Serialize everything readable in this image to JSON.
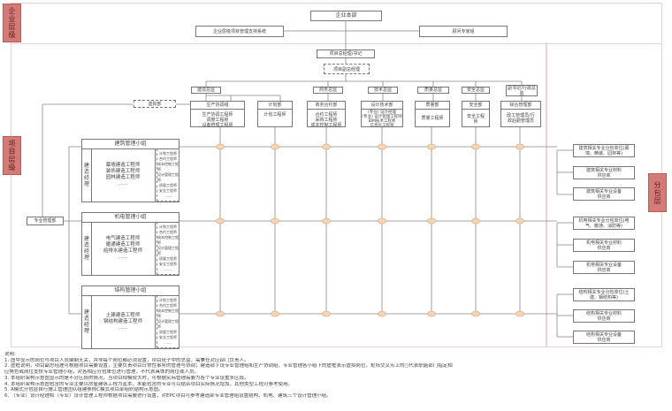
{
  "bands": {
    "enterprise": "企业层级",
    "project": "项目层级",
    "subcontract": "分包层"
  },
  "top": {
    "headquarters": "企业本部",
    "support_system": "企业层级项目管理支持系统",
    "consultant": "顾问专家组"
  },
  "leadership": {
    "gm": "项目总经理/书记",
    "deputy_gm": "项目副总经理"
  },
  "virtual_dept": "虚拟部",
  "directors": [
    "建造总监",
    "商务总监",
    "技术总监",
    "质量总监",
    "安全总监",
    "副书记/行政总监"
  ],
  "departments": [
    {
      "title": "生产协调组",
      "items": [
        "生产协调工程师",
        "调度工程师",
        "设备管理工程师"
      ]
    },
    {
      "title": "计划部",
      "items": [
        "计划工程师"
      ]
    },
    {
      "title": "商务合约部",
      "items": [
        "合约工程师",
        "采购工程师",
        "成本控制工程师"
      ]
    },
    {
      "title": "设计技术部",
      "items": [
        "(专业) 设计经理",
        "(专业) 设计管理工程师",
        "BIM技术工程师",
        "信息化工程师"
      ]
    },
    {
      "title": "质量部",
      "items": [
        "质量工程师"
      ]
    },
    {
      "title": "安全部",
      "items": [
        "安全工程师"
      ]
    },
    {
      "title": "综合管理部",
      "items": [
        "政工管理员/行政后勤管理员"
      ]
    }
  ],
  "specialty_manager": "专业管理部",
  "groups": [
    {
      "title": "建筑管理小组",
      "side": "建造经理",
      "engineers": [
        "幕墙建造工程师",
        "装饰建造工程师",
        "园林建造工程师",
        "……"
      ],
      "virtual": [
        "计划工程师",
        "合约工程师",
        "成本控制工程师",
        "设计管理工程师",
        "质量工程师",
        "安全工程师",
        "……"
      ],
      "subs": [
        "建筑相关专业分包单位(幕墙、精装、园林等)",
        "建筑相关专业材料供应商",
        "建筑相关专业设备供应商"
      ]
    },
    {
      "title": "机电管理小组",
      "side": "建造经理",
      "engineers": [
        "电气建造工程师",
        "暖通建造工程师",
        "给排水建造工程师",
        "……"
      ],
      "virtual": [
        "计划工程师",
        "合约工程师",
        "成本控制工程师",
        "设计管理工程师",
        "质量工程师",
        "安全工程师",
        "……"
      ],
      "subs": [
        "机电相关专业分包单位(电气、暖通、消防等)",
        "机电相关专业材料供应商",
        "机电相关专业设备供应商"
      ]
    },
    {
      "title": "结构管理小组",
      "side": "建造经理",
      "engineers": [
        "土建建造工程师",
        "钢结构建造工程师",
        "……"
      ],
      "virtual": [
        "计划工程师",
        "合约工程师",
        "成本控制工程师",
        "设计管理工程师",
        "质量工程师",
        "安全工程师",
        "……"
      ],
      "subs": [
        "结构相关专业分包单位(土建、钢结构等)",
        "结构相关专业材料供应商",
        "结构相关专业设备供应商"
      ]
    }
  ],
  "notes": {
    "title": "说明:",
    "items": [
      "1.  图中显示的岗位与项目人员编制无关，并非每个岗位都必须设置，项目班子中的总监，需兼任对应部门负责人。",
      "2.  虚框说明，项目副总经理可根据项目需要设置，主要负责项目日常性事务的管理与协调；建造部下设专业管理组和生产协调组，专业管理各小组下的虚框表示虚拟岗位，矩阵交叉点上的○代表职能部门指定相",
      "应角色或岗位支撑专业管理小组，对各相应分包单位进行管理，不代表具体的岗位或人员。",
      "3.  本组织架构示意图显示的是不分区段的情况，当项目规模较大时，可根据实际管理需要为各个专业设置多区段。",
      "4.  本组织架构示意图包含的专业主要以房屋建筑工程为蓝本，未能包含的专业可以结合项目实际情况增加，其他类型工程可参考使用。",
      "5.  A模式分包层自行施工管理团队组建参照C模式项目部组织结构示意图。",
      "6.  （专业）设计经理和（专业）设计管理工程师根据项目需要进行设置，对EPC项目可参考建造部专业管理组设置结构、机电、建筑三个设计管理小组。"
    ]
  },
  "colors": {
    "band_label": "#d47b78",
    "band_border": "#f0d0d0",
    "node_fill": "#f9d4b4",
    "line": "#888888"
  }
}
